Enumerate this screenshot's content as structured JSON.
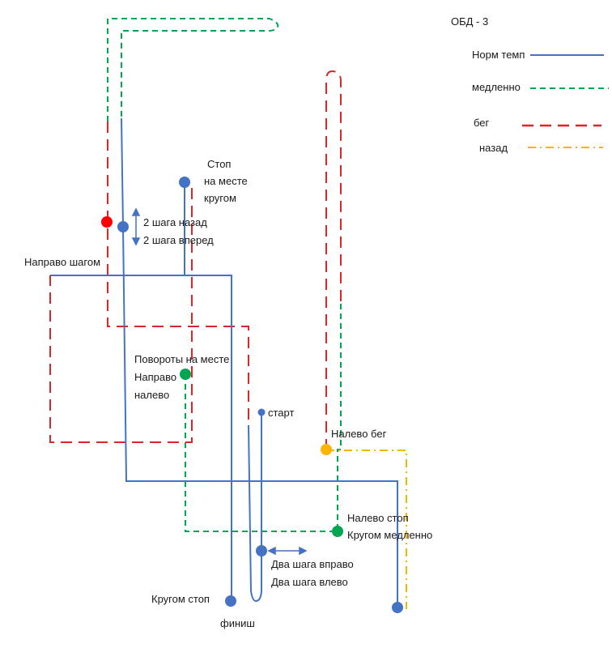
{
  "title": "ОБД - 3",
  "colors": {
    "normal": "#4472c4",
    "slow": "#00a651",
    "run": "#d9262b",
    "back": "#f2b800",
    "dot_red": "#ff0000",
    "dot_green": "#00a651",
    "dot_orange": "#ffb400",
    "dot_blue": "#4472c4"
  },
  "legend": [
    {
      "key": "normal",
      "label": "Норм темп",
      "style": "solid"
    },
    {
      "key": "slow",
      "label": "медленно",
      "style": "dashed-short"
    },
    {
      "key": "run",
      "label": "бег",
      "style": "dashed-long"
    },
    {
      "key": "back",
      "label": "назад",
      "style": "dash-dot"
    }
  ],
  "labels": {
    "stop_line1": "Стоп",
    "stop_line2": "на месте",
    "stop_line3": "кругом",
    "back_two": "2 шага назад",
    "forward_two": "2 шага вперед",
    "right_step": "Направо шагом",
    "turns_line1": "Повороты на месте",
    "turns_line2": "Направо",
    "turns_line3": "налево",
    "start": "старт",
    "left_run": "Налево бег",
    "left_stop": "Налево стоп",
    "turn_slow": "Кругом медленно",
    "two_right": "Два шага вправо",
    "two_left": "Два шага влево",
    "turn_stop": "Кругом стоп",
    "finish": "финиш"
  }
}
